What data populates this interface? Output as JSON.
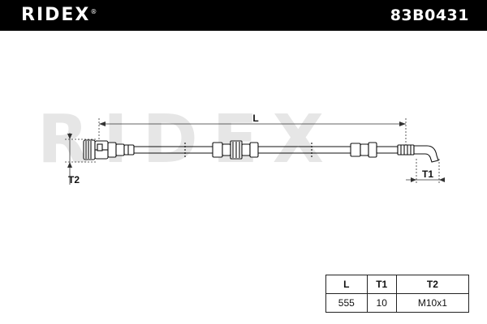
{
  "header": {
    "brand": "RIDEX",
    "brand_mark": "®",
    "part_number": "83B0431"
  },
  "watermark": "RIDEX",
  "dimensions": {
    "length_label": "L",
    "t1_label": "T1",
    "t2_label": "T2"
  },
  "specs": {
    "headers": [
      "L",
      "T1",
      "T2"
    ],
    "values": [
      "555",
      "10",
      "M10x1"
    ]
  }
}
